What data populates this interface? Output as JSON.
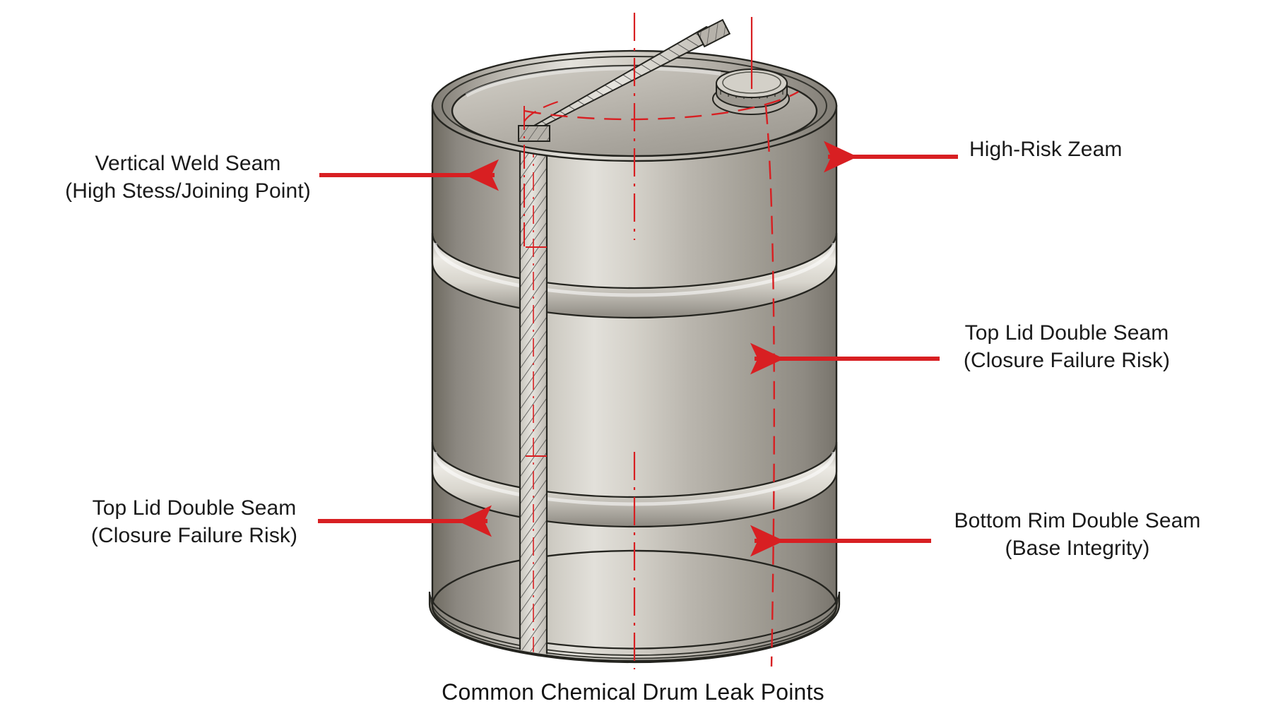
{
  "figure": {
    "caption": "Common Chemical Drum Leak Points",
    "subject": "steel chemical drum",
    "background_color": "#ffffff",
    "annotation_color": "#d81f22",
    "outline_color": "#1e1e1e"
  },
  "callouts": [
    {
      "id": "vertical-weld-seam",
      "title": "Vertical Weld Seam",
      "subtitle": "(High Stess/Joining Point)",
      "side": "left",
      "arrow_direction": "right"
    },
    {
      "id": "high-risk-zeam",
      "title": "High-Risk Zeam",
      "subtitle": "",
      "side": "right",
      "arrow_direction": "left"
    },
    {
      "id": "top-lid-double-seam-right",
      "title": "Top Lid Double Seam",
      "subtitle": "(Closure Failure Risk)",
      "side": "right",
      "arrow_direction": "left"
    },
    {
      "id": "top-lid-double-seam-left",
      "title": "Top Lid Double Seam",
      "subtitle": "(Closure Failure Risk)",
      "side": "left",
      "arrow_direction": "right"
    },
    {
      "id": "bottom-rim-double-seam",
      "title": "Bottom Rim Double Seam",
      "subtitle": "(Base Integrity)",
      "side": "right",
      "arrow_direction": "left"
    }
  ],
  "drum_features": [
    {
      "name": "top-lid-ellipse",
      "description": "elliptical drum head with rolled chime"
    },
    {
      "name": "bung-cap",
      "description": "threaded bung closure on top head"
    },
    {
      "name": "diagonal-weld-band",
      "description": "hatched diagonal seam band across top head"
    },
    {
      "name": "vertical-weld-band",
      "description": "hatched vertical seam down the drum body"
    },
    {
      "name": "upper-rolling-hoop",
      "description": "upper rolling hoop rib"
    },
    {
      "name": "lower-rolling-hoop",
      "description": "lower rolling hoop rib"
    },
    {
      "name": "bottom-chime",
      "description": "bottom rim double seam chime"
    },
    {
      "name": "centerline-vertical",
      "description": "red dash-dot vertical centerline"
    },
    {
      "name": "centerline-horizontal",
      "description": "red dashed horizontal centerline on head"
    },
    {
      "name": "bung-centerline",
      "description": "red dash-dot centerline through bung"
    }
  ]
}
